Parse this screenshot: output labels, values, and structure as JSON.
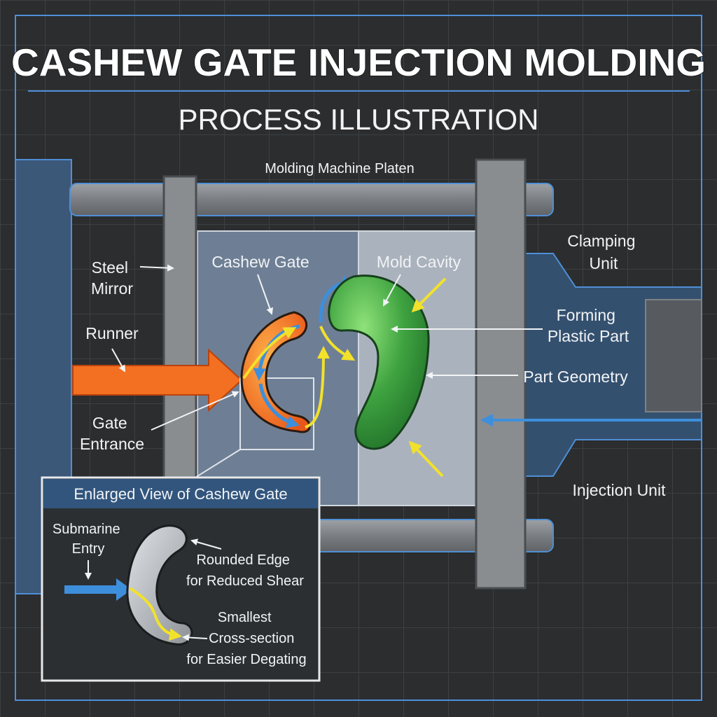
{
  "title": "CASHEW GATE INJECTION MOLDING",
  "subtitle": "PROCESS ILLUSTRATION",
  "labels": {
    "platen": "Molding Machine Platen",
    "steel_mirror": [
      "Steel",
      "Mirror"
    ],
    "cashew_gate": "Cashew Gate",
    "mold_cavity": "Mold Cavity",
    "clamping_unit": [
      "Clamping",
      "Unit"
    ],
    "runner": "Runner",
    "forming_part": [
      "Forming",
      "Plastic Part"
    ],
    "part_geometry": "Part Geometry",
    "gate_entrance": [
      "Gate",
      "Entrance"
    ],
    "injection_unit": "Injection Unit"
  },
  "inset": {
    "title": "Enlarged View of Cashew Gate",
    "submarine_entry": [
      "Submarine",
      "Entry"
    ],
    "rounded_edge": [
      "Rounded Edge",
      "for Reduced Shear"
    ],
    "smallest_cross_section": [
      "Smallest",
      "Cross-section",
      "for Easier Degating"
    ]
  },
  "colors": {
    "background": "#2b2d2f",
    "frame_blue": "#4f8fd6",
    "steel_gray": "#8a8d90",
    "mold_blue": "#6e7f95",
    "cavity_gray": "#aab3bd",
    "runner_orange": "#f36f21",
    "part_green": "#3fa340",
    "flow_blue": "#3d8fdc",
    "flow_yellow": "#f2e12a"
  }
}
